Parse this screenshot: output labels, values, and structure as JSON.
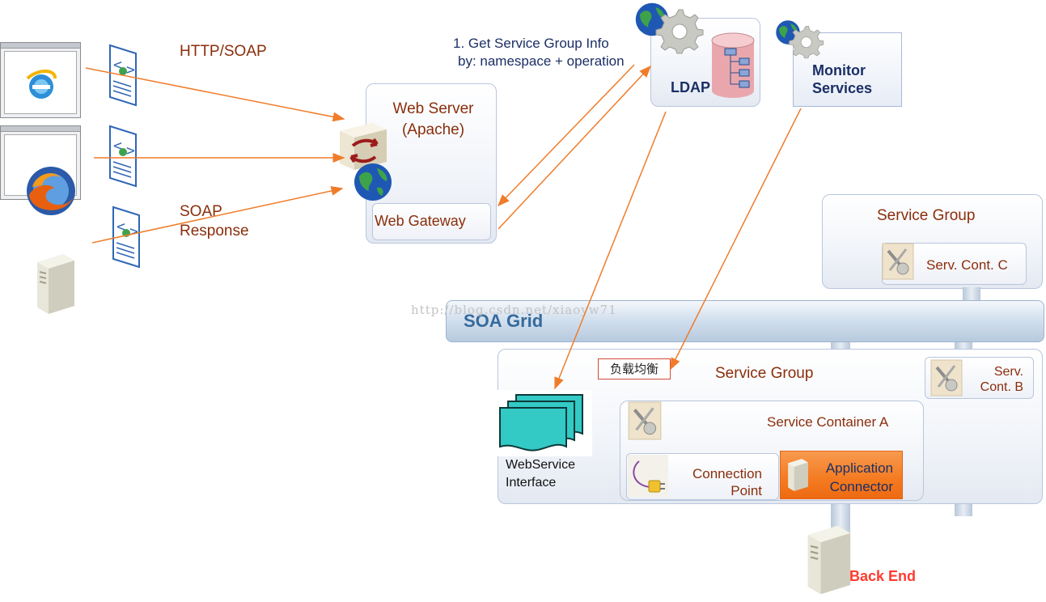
{
  "labels": {
    "http_soap": "HTTP/SOAP",
    "soap_response_line1": "SOAP",
    "soap_response_line2": "Response",
    "get_info_line1": "1. Get  Service Group Info",
    "get_info_line2": "by: namespace + operation",
    "web_server_line1": "Web Server",
    "web_server_line2": "(Apache)",
    "web_gateway": "Web Gateway",
    "ldap": "LDAP",
    "monitor_line1": "Monitor",
    "monitor_line2": "Services",
    "service_group_top": "Service Group",
    "serv_cont_c": "Serv. Cont. C",
    "soa_grid": "SOA Grid",
    "watermark": "http://blog.csdn.net/xiaoyw71",
    "load_balance": "负载均衡",
    "service_group_main": "Service Group",
    "serv_cont_b_line1": "Serv.",
    "serv_cont_b_line2": "Cont. B",
    "service_container_a": "Service  Container A",
    "webservice_line1": "WebService",
    "webservice_line2": "Interface",
    "connection_point_line1": "Connection",
    "connection_point_line2": "Point",
    "app_connector_line1": "Application",
    "app_connector_line2": "Connector",
    "back_end": "Back End"
  },
  "colors": {
    "arrow": "#f07c2a",
    "label_brown": "#8a2e0c",
    "label_navy": "#1b2f66",
    "soa_grid_text": "#356a9c",
    "back_end": "#ff3b2f",
    "webservice_fill": "#33c9c5",
    "app_connector_fill": "#f47a20"
  },
  "icons": {
    "ie": "internet-explorer-icon",
    "firefox": "firefox-icon",
    "document": "web-document-icon",
    "server": "server-icon",
    "globe": "globe-icon",
    "gear": "gear-icon",
    "database": "database-icon",
    "tools": "tools-icon",
    "plug": "plug-icon"
  }
}
